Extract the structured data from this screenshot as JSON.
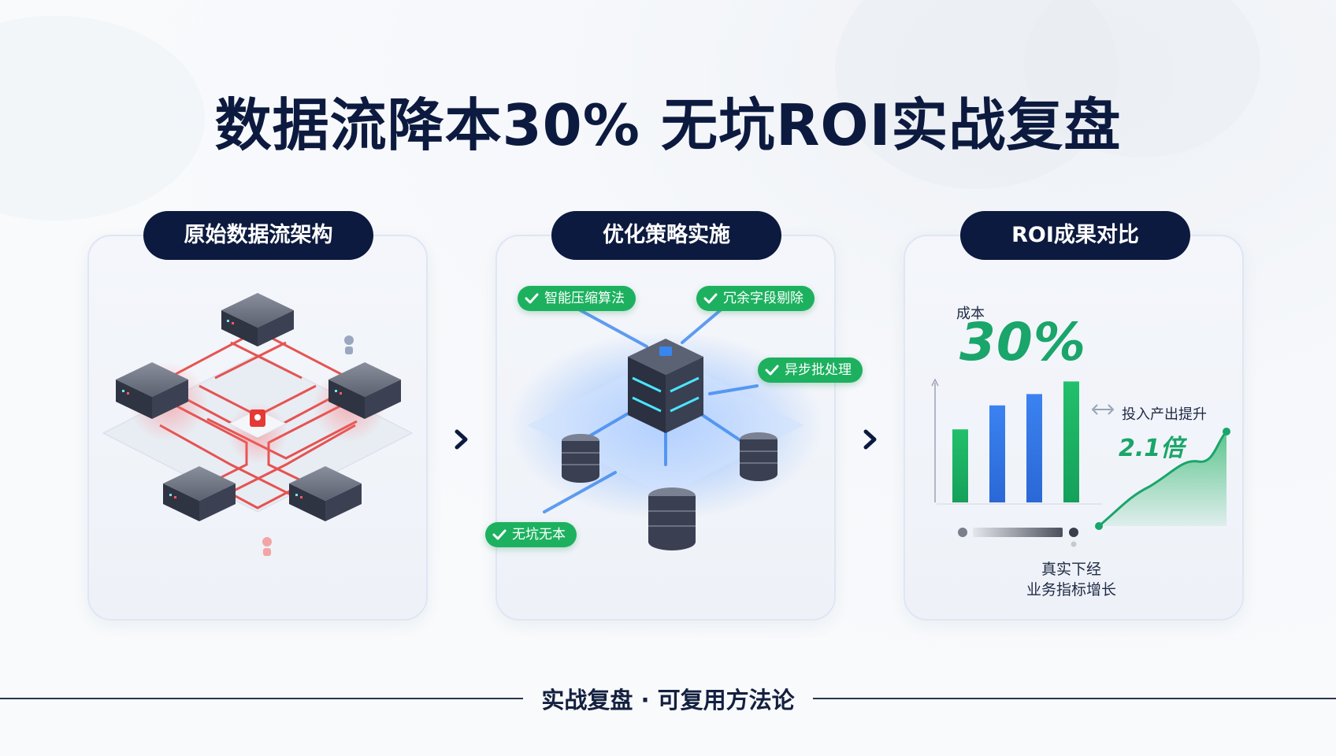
{
  "title": "数据流降本30% 无坑ROI实战复盘",
  "panels": [
    {
      "label": "原始数据流架构"
    },
    {
      "label": "优化策略实施"
    },
    {
      "label": "ROI成果对比"
    }
  ],
  "strategy_tags": {
    "algo": "智能压缩算法",
    "fields": "冗余字段剔除",
    "batch": "异步批处理",
    "nopit": "无坑无本"
  },
  "roi": {
    "cost_label": "成本",
    "cost_value": "30%",
    "roi_label": "投入产出提升",
    "roi_value": "2.1倍",
    "note_line1": "真实下经",
    "note_line2": "业务指标增长",
    "bars": [
      0.58,
      0.77,
      0.86,
      0.96
    ],
    "colors": {
      "green": "#1db15f",
      "blue": "#2f74e0",
      "teal": "#1aa56a"
    }
  },
  "footer": "实战复盘 · 可复用方法论"
}
